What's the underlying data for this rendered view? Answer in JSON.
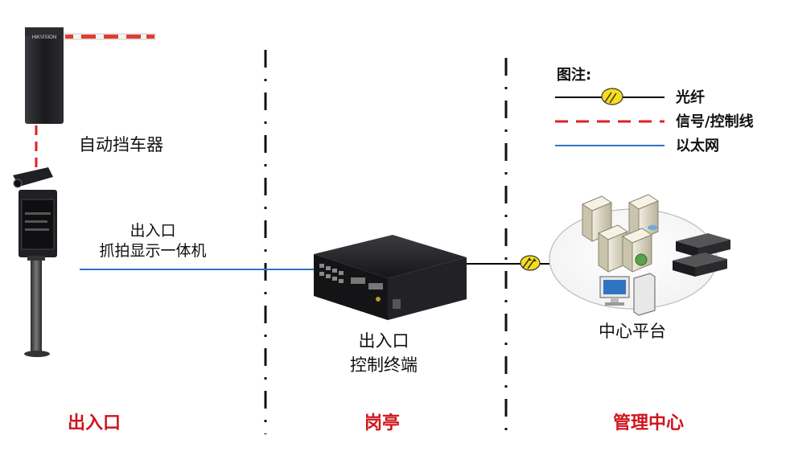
{
  "zones": {
    "entrance": "出入口",
    "booth": "岗亭",
    "management": "管理中心"
  },
  "devices": {
    "barrier": "自动挡车器",
    "camera_line1": "出入口",
    "camera_line2": "抓拍显示一体机",
    "terminal_line1": "出入口",
    "terminal_line2": "控制终端",
    "platform": "中心平台"
  },
  "legend": {
    "title": "图注:",
    "fiber": "光纤",
    "signal": "信号/控制线",
    "ethernet": "以太网"
  },
  "device_text": {
    "brand": "HIKVISION"
  },
  "colors": {
    "zone_label": "#d0141c",
    "signal_line": "#e11f26",
    "ethernet_line": "#2f74c0",
    "fiber_line": "#000000",
    "fiber_badge": "#f6dd1a",
    "barrier_arm": "#e33b2e",
    "cabinet": "#1f1f22"
  },
  "icons": [
    "fiber-connector-icon",
    "server-icon",
    "monitor-icon",
    "switch-icon"
  ]
}
